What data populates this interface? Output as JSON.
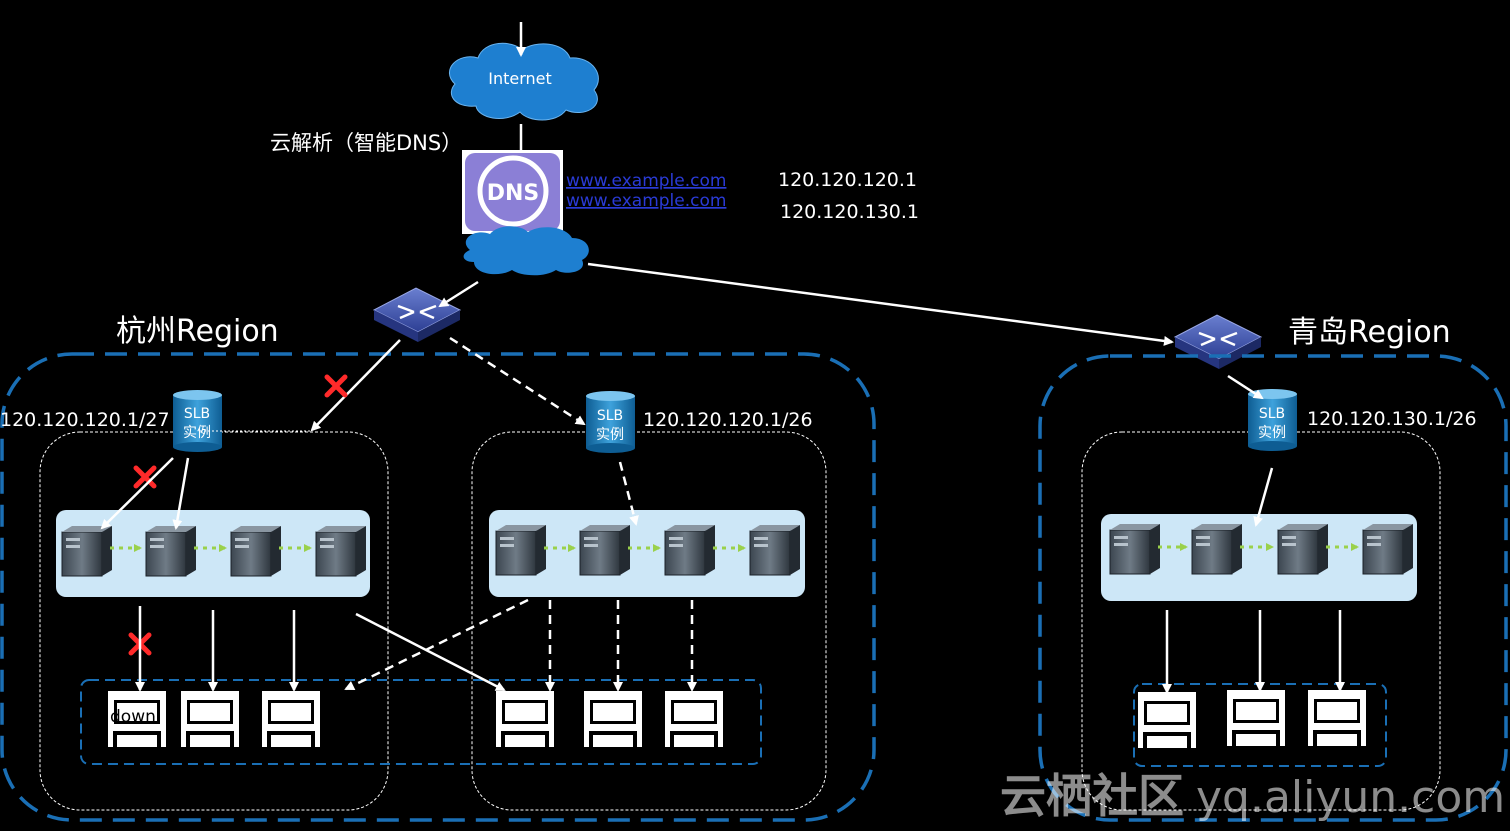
{
  "internet": {
    "label": "Internet"
  },
  "dns": {
    "title": "云解析（智能DNS）",
    "icon_text": "DNS",
    "records": [
      {
        "domain": "www.example.com",
        "ip": "120.120.120.1"
      },
      {
        "domain": "www.example.com",
        "ip": "120.120.130.1"
      }
    ]
  },
  "regions": [
    {
      "name": "杭州Region",
      "slbs": [
        {
          "label": "SLB",
          "sub": "实例",
          "cidr": "120.120.120.1/27"
        },
        {
          "label": "SLB",
          "sub": "实例",
          "cidr": "120.120.120.1/26"
        }
      ],
      "down_label": "down"
    },
    {
      "name": "青岛Region",
      "slbs": [
        {
          "label": "SLB",
          "sub": "实例",
          "cidr": "120.120.130.1/26"
        }
      ]
    }
  ],
  "watermark": {
    "cn": "云栖社区",
    "url": "yq.aliyun.com"
  },
  "colors": {
    "background": "#000000",
    "region_border": "#1a6fb5",
    "server_group": "#cde7f7",
    "failure_mark": "#ff2a2a",
    "server_link": "#9ad14b",
    "dns_bg": "#8b7fd6"
  }
}
